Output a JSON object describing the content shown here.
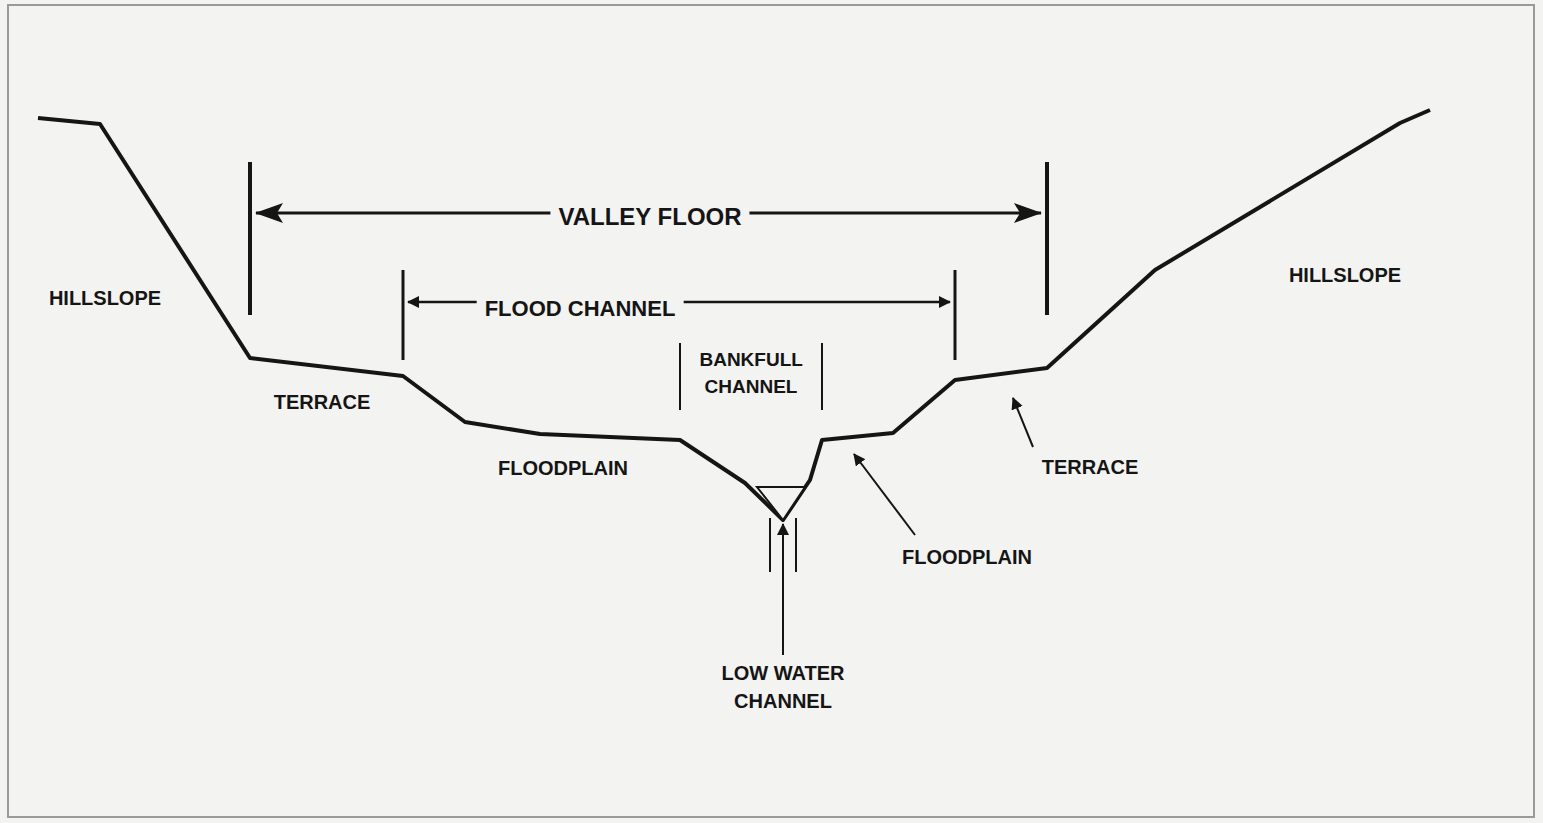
{
  "diagram": {
    "labels": [
      "VALLEY FLOOR",
      "HILLSLOPE",
      "FLOOD CHANNEL",
      "HILLSLOPE",
      "BANKFULL CHANNEL",
      "TERRACE",
      "FLOODPLAIN",
      "TERRACE",
      "FLOODPLAIN",
      "LOW WATER CHANNEL"
    ]
  }
}
